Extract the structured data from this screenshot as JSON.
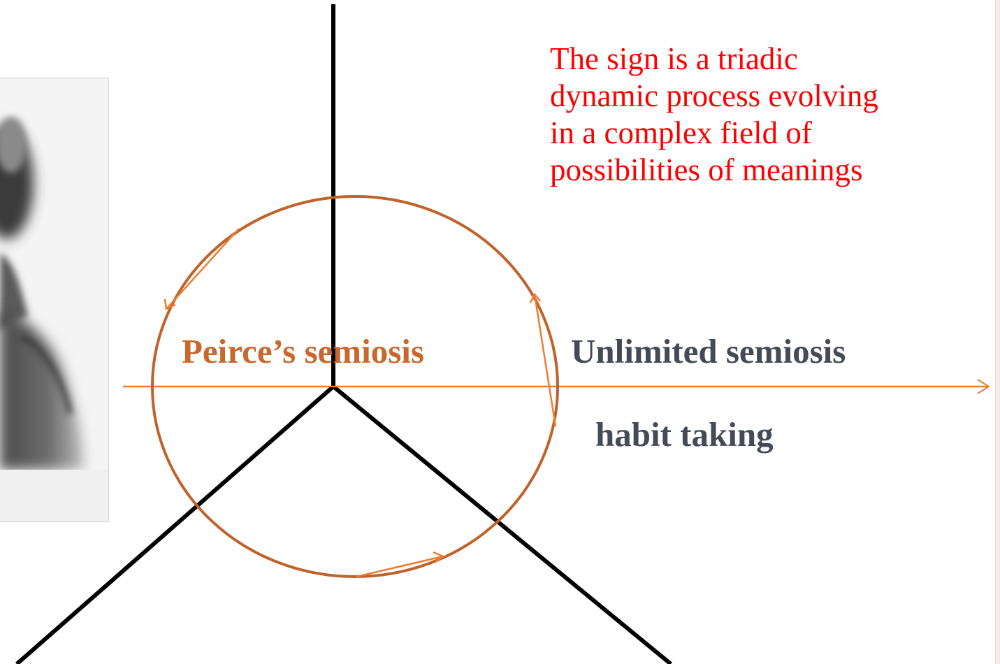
{
  "slide": {
    "description_lines": [
      "The sign is a triadic",
      "dynamic process evolving",
      "in a complex field of",
      "possibilities of  meanings"
    ],
    "center_label": "Peirce’s semiosis",
    "axis_label": "Unlimited semiosis",
    "sub_label": "habit taking"
  },
  "colors": {
    "description_text": "#ff0000",
    "center_label_text": "#c8682c",
    "axis_label_text": "#454a57",
    "circle": "#c0622a",
    "arrows": "#ed7d31",
    "triad_lines": "#000000"
  },
  "portrait": {
    "icon": "person-photo-icon",
    "style": "grayscale"
  }
}
